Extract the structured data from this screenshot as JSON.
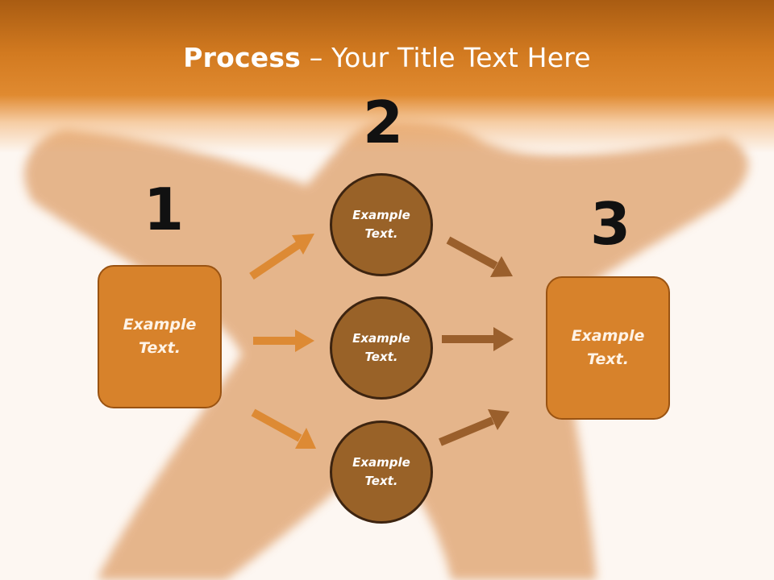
{
  "title": {
    "bold": "Process",
    "rest": " – Your Title Text Here"
  },
  "steps": {
    "one": {
      "number": "1",
      "text": "Example\nText."
    },
    "two": {
      "number": "2"
    },
    "three": {
      "number": "3",
      "text": "Example\nText."
    }
  },
  "circles": [
    {
      "text": "Example\nText."
    },
    {
      "text": "Example\nText."
    },
    {
      "text": "Example\nText."
    }
  ],
  "colors": {
    "accent": "#d7822b",
    "header": "#c06a18",
    "circle_fill": "#996228",
    "arrow_light": "#dd8a34",
    "arrow_dark": "#9a5f2c"
  }
}
